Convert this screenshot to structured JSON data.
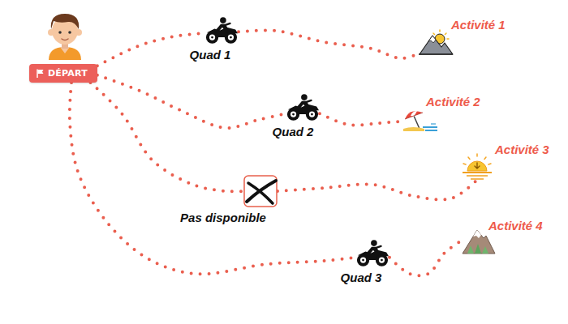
{
  "diagram": {
    "nodes": [
      {
        "text": [
          "DÉPART"
        ]
      },
      {
        "text": [
          "Quad 1"
        ]
      },
      {
        "text": [
          "Activité 1"
        ]
      },
      {
        "text": [
          "Quad 2"
        ]
      },
      {
        "text": [
          "Activité 2"
        ]
      },
      {
        "text": [
          "Pas disponible"
        ]
      },
      {
        "text": [
          "Activité 3"
        ]
      },
      {
        "text": [
          "Quad 3"
        ]
      },
      {
        "text": [
          "Activité 4"
        ]
      }
    ],
    "edges": [
      {
        "from": 0,
        "to": 1,
        "arrow": "none"
      },
      {
        "from": 1,
        "to": 2,
        "arrow": "none"
      },
      {
        "from": 0,
        "to": 3,
        "arrow": "none"
      },
      {
        "from": 3,
        "to": 4,
        "arrow": "none"
      },
      {
        "from": 0,
        "to": 5,
        "arrow": "none"
      },
      {
        "from": 5,
        "to": 6,
        "arrow": "none"
      },
      {
        "from": 0,
        "to": 7,
        "arrow": "none"
      },
      {
        "from": 7,
        "to": 8,
        "arrow": "none"
      }
    ]
  }
}
